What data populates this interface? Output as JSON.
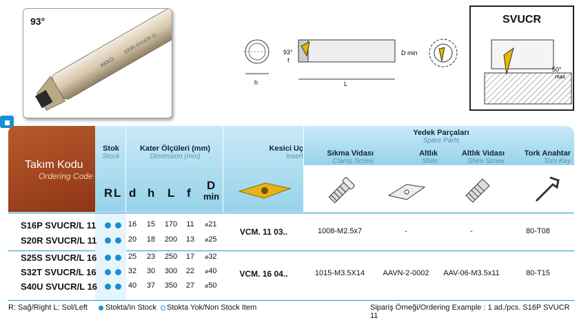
{
  "photo": {
    "angle_label": "93°",
    "brand_text": "AKKO",
    "tool_marking": "S20R SVUCR 11"
  },
  "drawing": {
    "labels": {
      "f": "f",
      "angle": "93°",
      "h": "h",
      "L": "L",
      "Dmin": "D min"
    }
  },
  "type_box": {
    "title": "SVUCR",
    "angle_note": "50°",
    "angle_sub": "max"
  },
  "header": {
    "tool_code_tr": "Takım Kodu",
    "tool_code_en": "Ordering Code",
    "stock_tr": "Stok",
    "stock_en": "Stock",
    "dims_tr": "Kater Ölçüleri (mm)",
    "dims_en": "Dimension (mm)",
    "insert_tr": "Kesici Uç",
    "insert_en": "Insert",
    "spare_tr": "Yedek Parçaları",
    "spare_en": "Spare Parts",
    "clamp_tr": "Sıkma Vidası",
    "clamp_en": "Clamp Screw",
    "shim_tr": "Altlık",
    "shim_en": "Shim",
    "shimscrew_tr": "Altlık Vidası",
    "shimscrew_en": "Shim Screw",
    "torx_tr": "Tork Anahtar",
    "torx_en": "Torx Key",
    "col_R": "R",
    "col_L": "L",
    "col_d": "d",
    "col_h": "h",
    "col_Lc": "L",
    "col_f": "f",
    "col_D": "D",
    "col_min": "min"
  },
  "rows": [
    {
      "code": "S16P SVUCR/L 11",
      "d": "16",
      "h": "15",
      "L": "170",
      "f": "11",
      "D": "21"
    },
    {
      "code": "S20R SVUCR/L 11",
      "d": "20",
      "h": "18",
      "L": "200",
      "f": "13",
      "D": "25"
    },
    {
      "code": "S25S SVUCR/L 16",
      "d": "25",
      "h": "23",
      "L": "250",
      "f": "17",
      "D": "32"
    },
    {
      "code": "S32T SVUCR/L 16",
      "d": "32",
      "h": "30",
      "L": "300",
      "f": "22",
      "D": "40"
    },
    {
      "code": "S40U SVUCR/L 16",
      "d": "40",
      "h": "37",
      "L": "350",
      "f": "27",
      "D": "50"
    }
  ],
  "dmin_prefix": "ø",
  "groups": [
    {
      "insert": "VCM. 11 03..",
      "clamp": "1008-M2.5x7",
      "shim": "-",
      "shimscrew": "-",
      "torx": "80-T08"
    },
    {
      "insert": "VCM. 16 04..",
      "clamp": "1015-M3.5X14",
      "shim": "AAVN-2-0002",
      "shimscrew": "AAV-06-M3.5x11",
      "torx": "80-T15"
    }
  ],
  "footer": {
    "legend": "R: Sağ/Right   L: Sol/Left",
    "in_stock": "Stokta/In Stock",
    "non_stock": "Stokta Yok/Non Stock Item",
    "example": "Sipariş Örneği/Ordering Example : 1 ad./pcs. S16P SVUCR 11"
  },
  "colors": {
    "accent": "#1a8fd3",
    "header_blue": "#96d2ea",
    "orange": "#a8481f"
  }
}
